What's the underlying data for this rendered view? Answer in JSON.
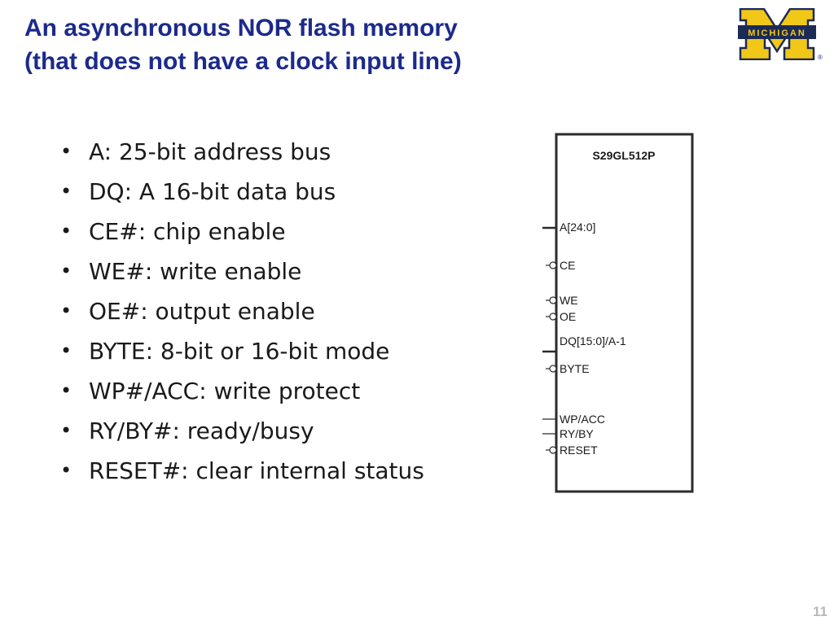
{
  "slide": {
    "title_line1": "An asynchronous NOR flash memory",
    "title_line2": "(that does not have a clock input line)",
    "page_number": "11"
  },
  "logo": {
    "text": "MICHIGAN",
    "icon": "block-m-logo-icon",
    "reg_mark": "®",
    "colors": {
      "maize": "#f2c818",
      "blue": "#1c2a56"
    }
  },
  "bullets": [
    "A: 25-bit address bus",
    "DQ: A 16-bit data bus",
    "CE#: chip enable",
    "WE#: write enable",
    "OE#: output enable",
    "BYTE: 8-bit or 16-bit mode",
    "WP#/ACC: write protect",
    "RY/BY#: ready/busy",
    "RESET#: clear internal status"
  ],
  "chip": {
    "part_number": "S29GL512P",
    "pins": {
      "address": "A[24:0]",
      "ce": "CE",
      "we": "WE",
      "oe": "OE",
      "dq": "DQ[15:0]/A-1",
      "byte": "BYTE",
      "wp_acc": "WP/ACC",
      "ry_by": "RY/BY",
      "reset": "RESET"
    }
  },
  "colors": {
    "title": "#1c2a8c",
    "body_text": "#1a1a1a",
    "page_number": "#b8b8b8"
  }
}
